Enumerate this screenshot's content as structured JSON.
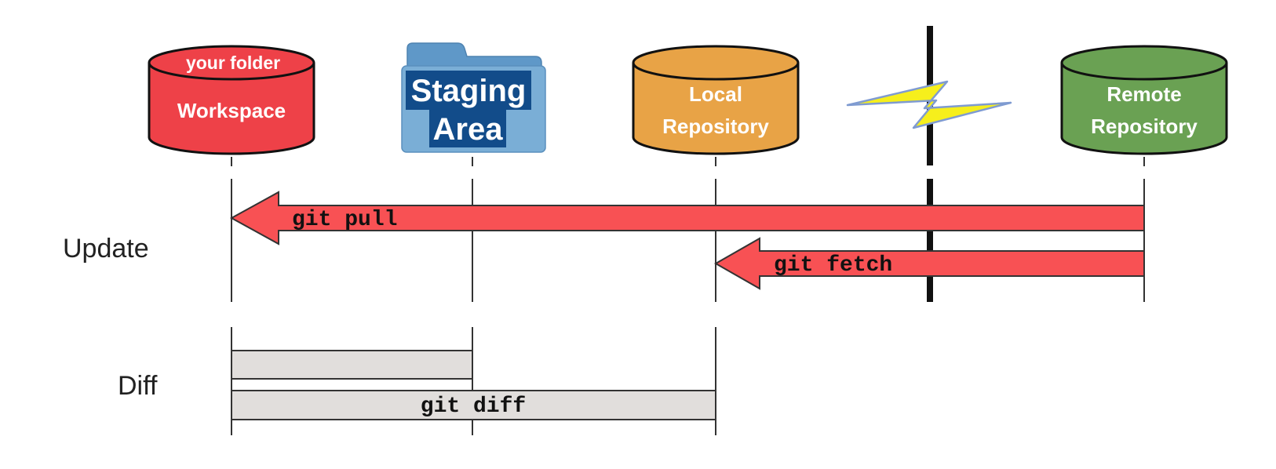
{
  "columns": {
    "workspace": {
      "top_label": "your folder",
      "label": "Workspace",
      "color": "#ee4148"
    },
    "staging": {
      "line1": "Staging",
      "line2": "Area",
      "folder_color": "#7aaed6",
      "label_bg": "#124c8a"
    },
    "local": {
      "line1": "Local",
      "line2": "Repository",
      "color": "#e8a346"
    },
    "remote": {
      "line1": "Remote",
      "line2": "Repository",
      "color": "#6aa153"
    }
  },
  "network_icon": "lightning-bolt-icon",
  "rows": {
    "update": {
      "label": "Update",
      "commands": [
        {
          "text": "git pull",
          "from": "remote",
          "to": "workspace"
        },
        {
          "text": "git fetch",
          "from": "remote",
          "to": "local"
        }
      ]
    },
    "diff": {
      "label": "Diff",
      "commands": [
        {
          "text": "",
          "from": "workspace",
          "to": "staging"
        },
        {
          "text": "git diff",
          "from": "workspace",
          "to": "local"
        }
      ]
    }
  },
  "colors": {
    "arrow": "#f85154",
    "diff_bar": "#e1dedc",
    "stroke": "#333333"
  }
}
